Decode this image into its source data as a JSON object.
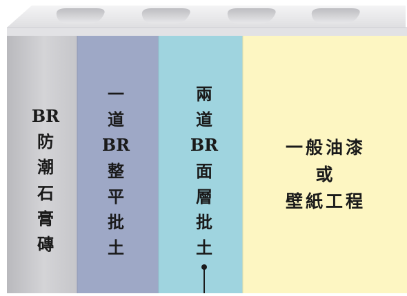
{
  "layers": [
    {
      "id": "gypsum-board",
      "lines": [
        "BR",
        "防",
        "潮",
        "石",
        "膏",
        "磚"
      ],
      "color": "#c9c9cc"
    },
    {
      "id": "leveling-plaster",
      "lines": [
        "一",
        "道",
        "BR",
        "整",
        "平",
        "批",
        "土"
      ],
      "color": "#9ea8c6"
    },
    {
      "id": "finish-plaster",
      "lines": [
        "兩",
        "道",
        "BR",
        "面",
        "層",
        "批",
        "土"
      ],
      "color": "#9fd4df"
    },
    {
      "id": "paint-wallpaper",
      "lines": [
        "一般油漆",
        "或",
        "壁紙工程"
      ],
      "color": "#fdf6c2"
    }
  ]
}
